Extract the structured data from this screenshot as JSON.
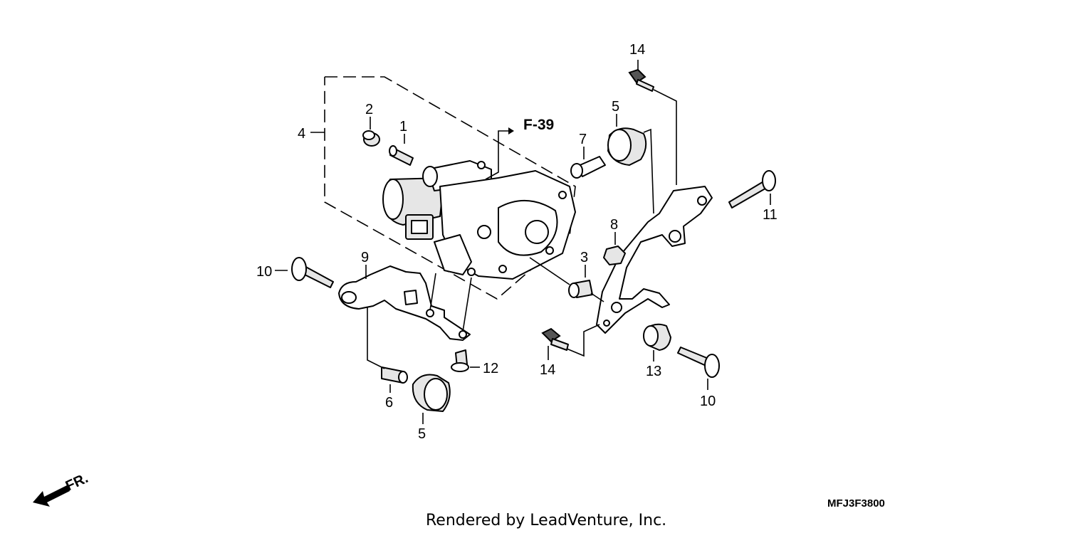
{
  "callouts": [
    {
      "id": "c1",
      "label": "1"
    },
    {
      "id": "c2",
      "label": "2"
    },
    {
      "id": "c3",
      "label": "3"
    },
    {
      "id": "c4",
      "label": "4"
    },
    {
      "id": "c5a",
      "label": "5"
    },
    {
      "id": "c5b",
      "label": "5"
    },
    {
      "id": "c6",
      "label": "6"
    },
    {
      "id": "c7",
      "label": "7"
    },
    {
      "id": "c8",
      "label": "8"
    },
    {
      "id": "c9",
      "label": "9"
    },
    {
      "id": "c10a",
      "label": "10"
    },
    {
      "id": "c10b",
      "label": "10"
    },
    {
      "id": "c11",
      "label": "11"
    },
    {
      "id": "c12",
      "label": "12"
    },
    {
      "id": "c13",
      "label": "13"
    },
    {
      "id": "c14a",
      "label": "14"
    },
    {
      "id": "c14b",
      "label": "14"
    }
  ],
  "reference_label": "F-39",
  "direction_label": "FR.",
  "diagram_code": "MFJ3F3800",
  "credit": "Rendered by LeadVenture, Inc."
}
